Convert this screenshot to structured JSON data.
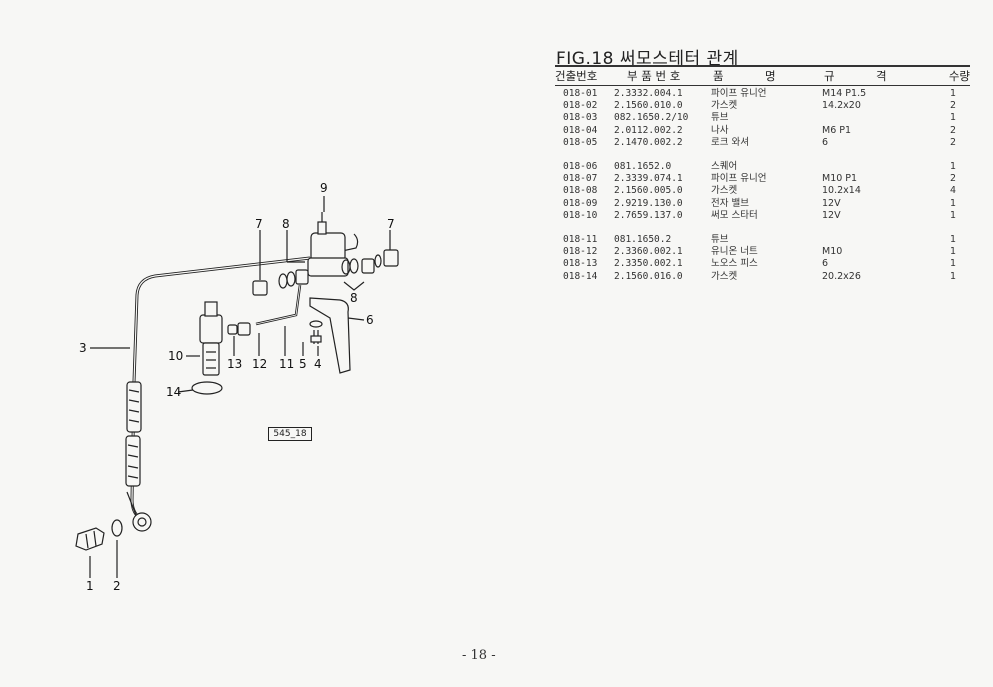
{
  "figure": {
    "title": "FIG.18 써모스테터 관계",
    "reference": "545_18"
  },
  "table": {
    "headers": {
      "no": "건출번호",
      "part_number": "부 품 번 호",
      "name_a": "품",
      "name_b": "명",
      "spec_a": "규",
      "spec_b": "격",
      "qty": "수량"
    },
    "rows": [
      {
        "no": "018-01",
        "part": "2.3332.004.1",
        "name": "파이프 유니언",
        "spec": "M14 P1.5",
        "qty": "1"
      },
      {
        "no": "018-02",
        "part": "2.1560.010.0",
        "name": "가스켓",
        "spec": "14.2x20",
        "qty": "2"
      },
      {
        "no": "018-03",
        "part": "082.1650.2/10",
        "name": "튜브",
        "spec": "",
        "qty": "1"
      },
      {
        "no": "018-04",
        "part": "2.0112.002.2",
        "name": "나사",
        "spec": "M6 P1",
        "qty": "2"
      },
      {
        "no": "018-05",
        "part": "2.1470.002.2",
        "name": "로크 와셔",
        "spec": "6",
        "qty": "2"
      },
      {
        "no": "018-06",
        "part": "081.1652.0",
        "name": "스퀘어",
        "spec": "",
        "qty": "1"
      },
      {
        "no": "018-07",
        "part": "2.3339.074.1",
        "name": "파이프 유니언",
        "spec": "M10 P1",
        "qty": "2"
      },
      {
        "no": "018-08",
        "part": "2.1560.005.0",
        "name": "가스켓",
        "spec": "10.2x14",
        "qty": "4"
      },
      {
        "no": "018-09",
        "part": "2.9219.130.0",
        "name": "전자 밸브",
        "spec": "12V",
        "qty": "1"
      },
      {
        "no": "018-10",
        "part": "2.7659.137.0",
        "name": "써모 스타터",
        "spec": "12V",
        "qty": "1"
      },
      {
        "no": "018-11",
        "part": "081.1650.2",
        "name": "튜브",
        "spec": "",
        "qty": "1"
      },
      {
        "no": "018-12",
        "part": "2.3360.002.1",
        "name": "유니온 너트",
        "spec": "M10",
        "qty": "1"
      },
      {
        "no": "018-13",
        "part": "2.3350.002.1",
        "name": "노오스 피스",
        "spec": "6",
        "qty": "1"
      },
      {
        "no": "018-14",
        "part": "2.1560.016.0",
        "name": "가스켓",
        "spec": "20.2x26",
        "qty": "1"
      }
    ]
  },
  "callouts": [
    "1",
    "2",
    "3",
    "4",
    "5",
    "6",
    "7",
    "7",
    "8",
    "8",
    "9",
    "10",
    "11",
    "12",
    "13",
    "14"
  ],
  "page_number": "- 18 -"
}
